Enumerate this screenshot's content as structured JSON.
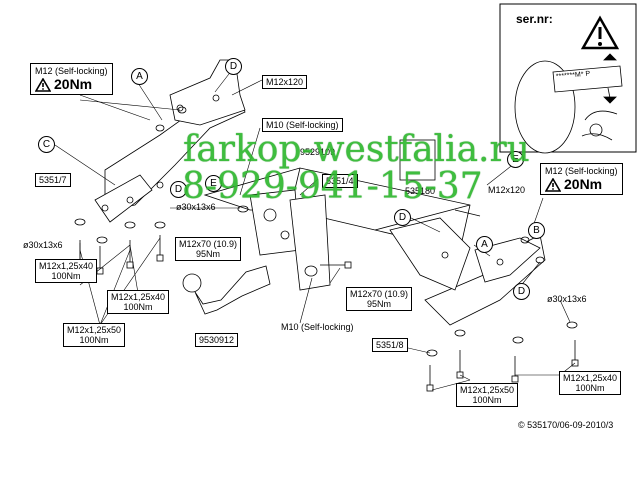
{
  "serial_box": {
    "label": "ser.nr:",
    "plate_text": "*******M* P"
  },
  "parts": {
    "bracket_left": "5351/7",
    "bracket_right": "5351/8",
    "crossbar": "5351/4",
    "ball": "9530912",
    "socket_plate_1": "9529109",
    "socket_plate_2": "535180"
  },
  "circle_labels": {
    "a_top": "A",
    "d_top": "D",
    "c_left": "C",
    "d_mid": "D",
    "e_left": "E",
    "e_right": "E",
    "d_right": "D",
    "a_right": "A",
    "b_right": "B",
    "d_lower": "D"
  },
  "torque_left": {
    "label": "M12 (Self-locking)",
    "value": "20Nm"
  },
  "torque_right": {
    "label": "M12 (Self-locking)",
    "value": "20Nm"
  },
  "labels": {
    "m12x120_top": "M12x120",
    "m10_self_locking_top": "M10 (Self-locking)",
    "washer_mid": "ø30x13x6",
    "m12x120_right": "M12x120",
    "washer_left": "ø30x13x6",
    "washer_right": "ø30x13x6",
    "m10_self_locking_bottom": "M10 (Self-locking)",
    "footer": "© 535170/06-09-2010/3"
  },
  "spec_boxes": {
    "left_upper": {
      "line1": "M12x1,25x40",
      "line2": "100Nm"
    },
    "left_mid": {
      "line1": "M12x1,25x40",
      "line2": "100Nm"
    },
    "left_lower": {
      "line1": "M12x1,25x50",
      "line2": "100Nm"
    },
    "center_m12x70": {
      "line1": "M12x70 (10.9)",
      "line2": "95Nm"
    },
    "right_m12x70": {
      "line1": "M12x70 (10.9)",
      "line2": "95Nm"
    },
    "right_m12x50": {
      "line1": "M12x1,25x50",
      "line2": "100Nm"
    },
    "right_m12x40": {
      "line1": "M12x1,25x40",
      "line2": "100Nm"
    }
  },
  "watermark": {
    "site": "farkop-westfalia.ru",
    "phone": "8-929-941-15-37",
    "color": "#2fb82f"
  }
}
